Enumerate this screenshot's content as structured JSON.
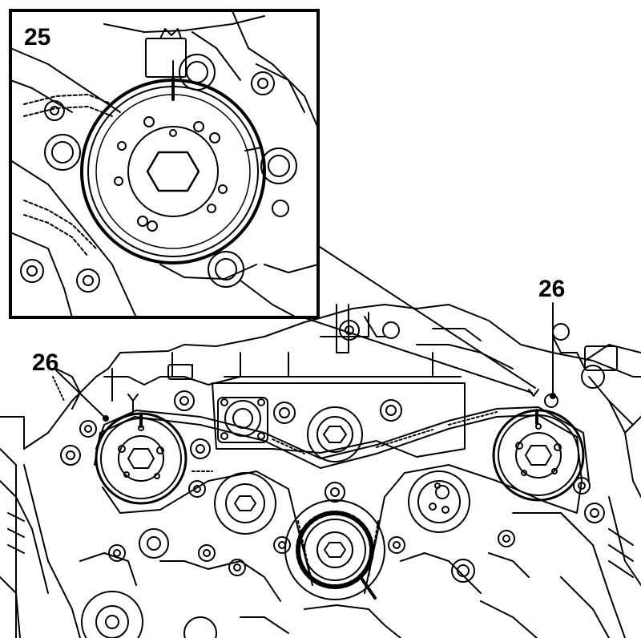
{
  "diagram": {
    "inset_callout": "25",
    "left_callout": "26",
    "right_callout": "26"
  },
  "colors": {
    "line": "#000000",
    "background": "#ffffff"
  }
}
